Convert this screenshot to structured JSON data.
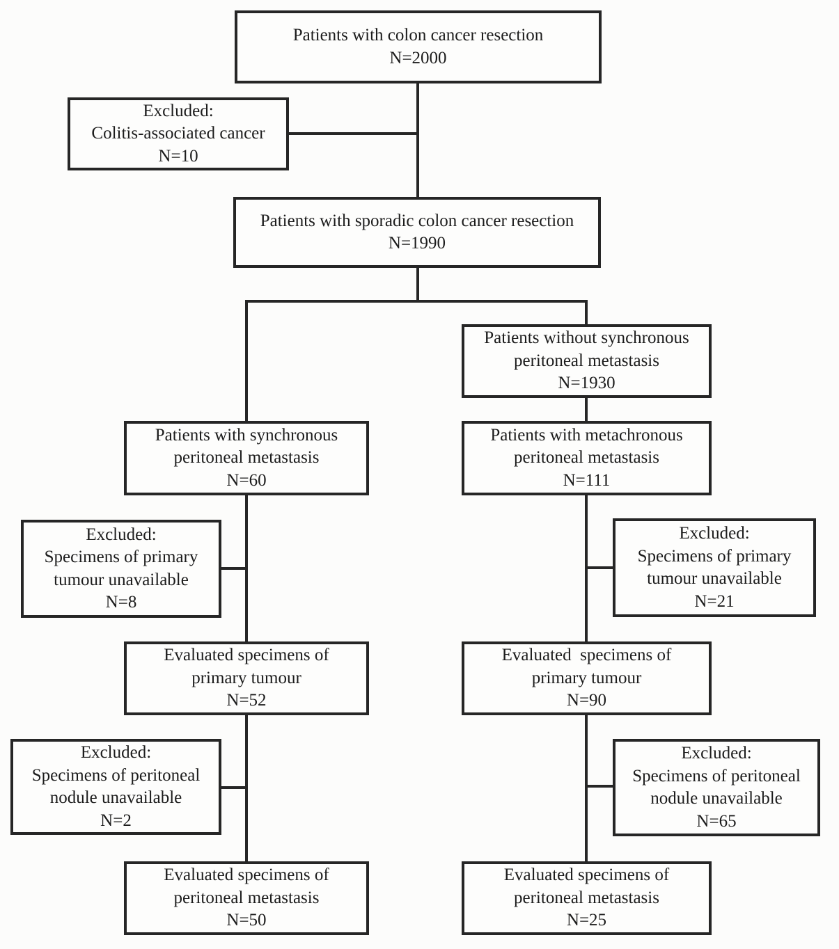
{
  "diagram": {
    "kind": "patient-flow-diagram",
    "boxes": {
      "colon_resection": {
        "text": "Patients with colon cancer resection\nN=2000",
        "n": 2000
      },
      "excluded_colitis": {
        "text": "Excluded:\nColitis-associated cancer\nN=10",
        "n": 10
      },
      "sporadic_resection": {
        "text": "Patients with sporadic colon cancer resection\nN=1990",
        "n": 1990
      },
      "without_synchronous": {
        "text": "Patients without synchronous\nperitoneal metastasis\nN=1930",
        "n": 1930
      },
      "with_synchronous": {
        "text": "Patients with synchronous\nperitoneal metastasis\nN=60",
        "n": 60
      },
      "metachronous": {
        "text": "Patients with metachronous\nperitoneal metastasis\nN=111",
        "n": 111
      },
      "excluded_primary_sync": {
        "text": "Excluded:\nSpecimens of primary\ntumour unavailable\nN=8",
        "n": 8
      },
      "excluded_primary_meta": {
        "text": "Excluded:\nSpecimens of primary\ntumour unavailable\nN=21",
        "n": 21
      },
      "evaluated_primary_sync": {
        "text": "Evaluated specimens of\nprimary tumour\nN=52",
        "n": 52
      },
      "evaluated_primary_meta": {
        "text": "Evaluated  specimens of\nprimary tumour\nN=90",
        "n": 90
      },
      "excluded_nodule_sync": {
        "text": "Excluded:\nSpecimens of peritoneal\nnodule unavailable\nN=2",
        "n": 2
      },
      "excluded_nodule_meta": {
        "text": "Excluded:\nSpecimens of peritoneal\nnodule unavailable\nN=65",
        "n": 65
      },
      "evaluated_peritoneal_sync": {
        "text": "Evaluated specimens of\nperitoneal metastasis\nN=50",
        "n": 50
      },
      "evaluated_peritoneal_meta": {
        "text": "Evaluated specimens of\nperitoneal metastasis\nN=25",
        "n": 25
      }
    },
    "colors": {
      "line": "#262626",
      "text": "#1c1c1c",
      "background": "#fcfcfb"
    }
  }
}
